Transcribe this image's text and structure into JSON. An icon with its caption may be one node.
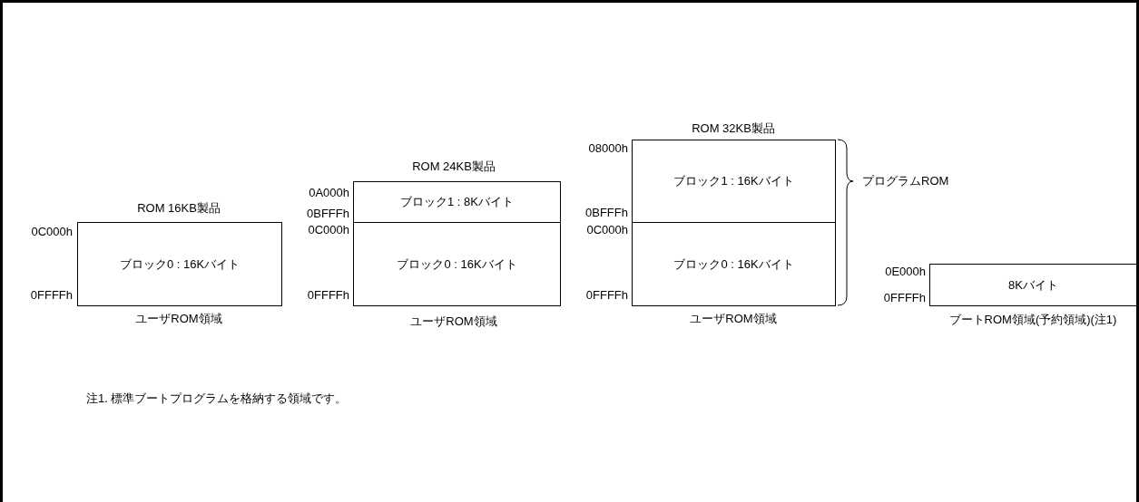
{
  "diagram": {
    "nodes": [
      {
        "text": [
          "ブロック0 : 16Kバイト"
        ]
      },
      {
        "text": [
          "ブロック1 : 8Kバイト"
        ]
      },
      {
        "text": [
          "ブロック0 : 16Kバイト"
        ]
      },
      {
        "text": [
          "ブロック1 : 16Kバイト"
        ]
      },
      {
        "text": [
          "ブロック0 : 16Kバイト"
        ]
      },
      {
        "text": [
          "8Kバイト"
        ]
      }
    ],
    "edges": [],
    "labels": [
      "ROM 16KB製品",
      "0C000h",
      "0FFFFh",
      "ユーザROM領域",
      "ROM 24KB製品",
      "0A000h",
      "0BFFFh",
      "0C000h",
      "0FFFFh",
      "ユーザROM領域",
      "ROM 32KB製品",
      "08000h",
      "0BFFFh",
      "0C000h",
      "0FFFFh",
      "ユーザROM領域",
      "プログラムROM",
      "0E000h",
      "0FFFFh",
      "ブートROM領域(予約領域)(注1)",
      "注1. 標準ブートプログラムを格納する領域です。"
    ]
  }
}
